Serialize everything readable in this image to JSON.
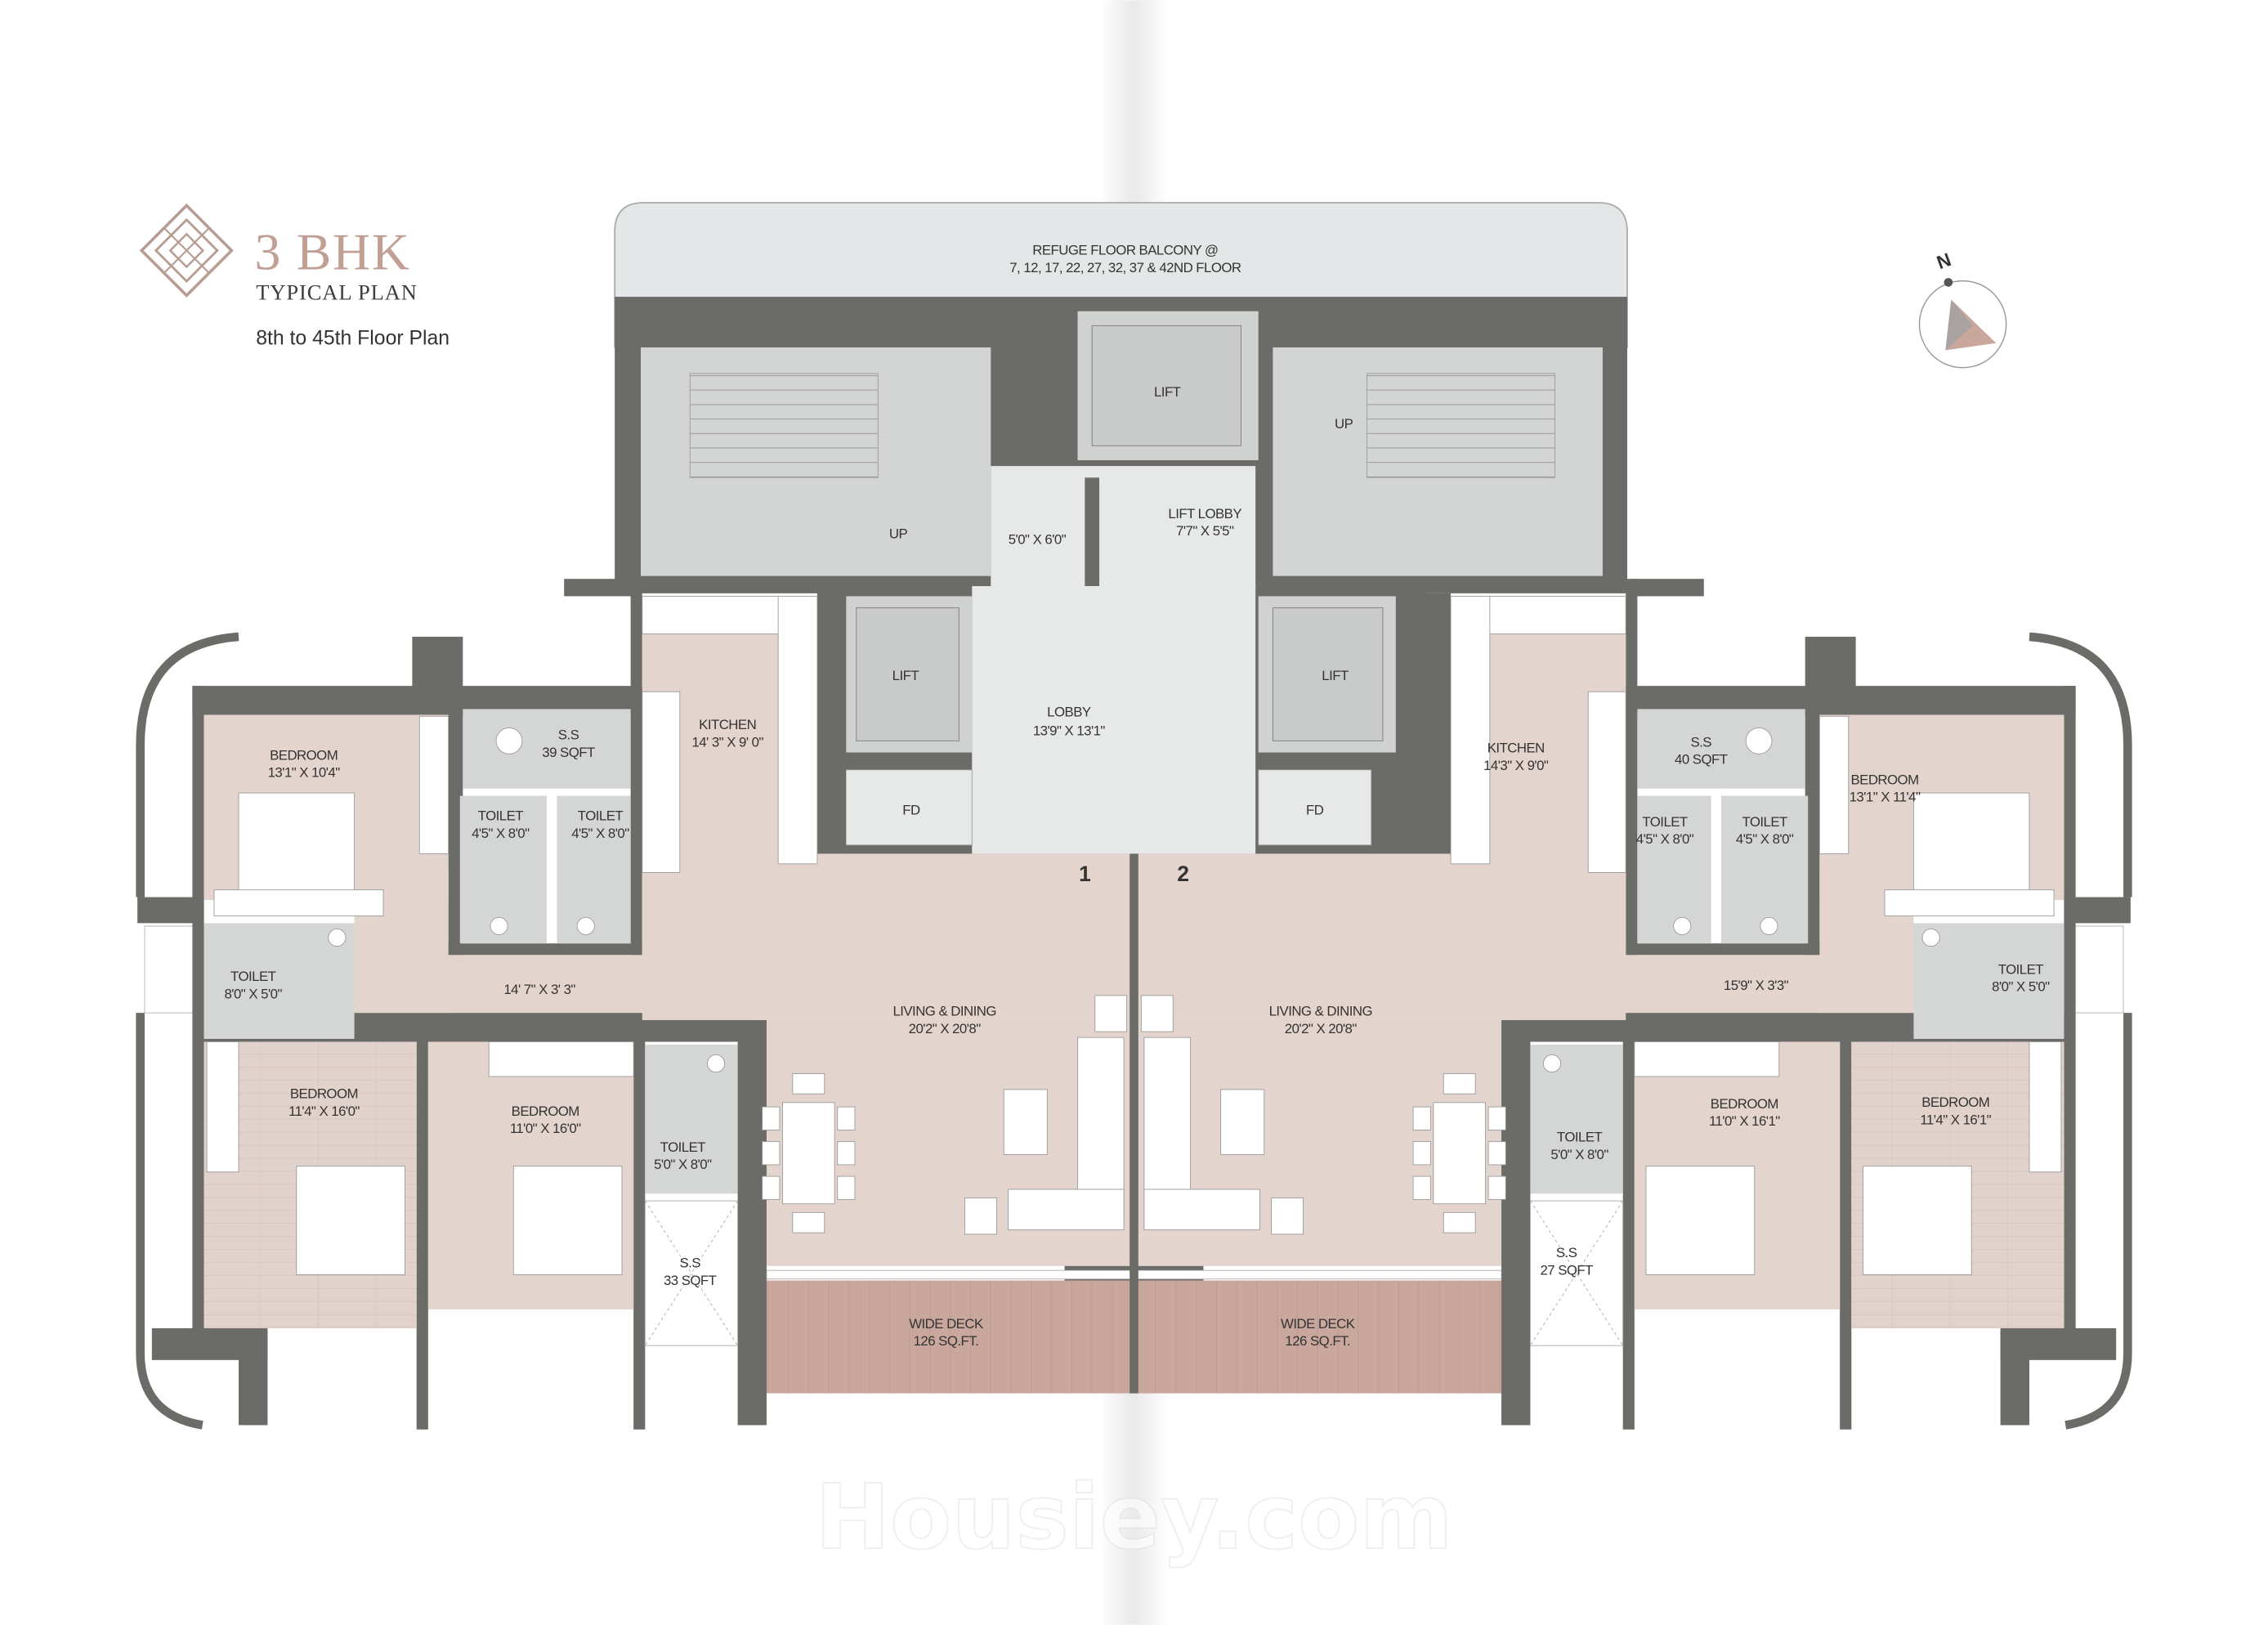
{
  "header": {
    "title_main": "3 BHK",
    "title_sub": "TYPICAL PLAN",
    "floors": "8th to 45th Floor Plan"
  },
  "compass": {
    "label": "N",
    "icon": "north-arrow-icon"
  },
  "refuge": {
    "line1": "REFUGE FLOOR BALCONY @",
    "line2": "7, 12, 17, 22, 27, 32, 37 & 42ND FLOOR"
  },
  "core": {
    "lift": "LIFT",
    "up": "UP",
    "passage_dim": "5'0\" X 6'0\"",
    "lift_lobby": "LIFT LOBBY",
    "lift_lobby_dim": "7'7\" X 5'5\"",
    "lobby": "LOBBY",
    "lobby_dim": "13'9\" X 13'1\"",
    "fd": "FD"
  },
  "units": [
    {
      "number": "1",
      "rooms": [
        {
          "name": "KITCHEN",
          "dim": "14' 3\" X 9' 0\""
        },
        {
          "name": "S.S",
          "dim": "39 SQFT"
        },
        {
          "name": "BEDROOM",
          "dim": "13'1\" X 10'4\""
        },
        {
          "name": "TOILET",
          "dim": "4'5\" X 8'0\""
        },
        {
          "name": "TOILET",
          "dim": "4'5\" X 8'0\""
        },
        {
          "name": "TOILET",
          "dim": "8'0\" X 5'0\""
        },
        {
          "name": "",
          "dim": "14' 7\" X 3' 3\""
        },
        {
          "name": "LIVING & DINING",
          "dim": "20'2\" X 20'8\""
        },
        {
          "name": "BEDROOM",
          "dim": "11'4\" X 16'0\""
        },
        {
          "name": "BEDROOM",
          "dim": "11'0\" X 16'0\""
        },
        {
          "name": "TOILET",
          "dim": "5'0\" X 8'0\""
        },
        {
          "name": "S.S",
          "dim": "33 SQFT"
        },
        {
          "name": "WIDE DECK",
          "dim": "126 SQ.FT."
        }
      ]
    },
    {
      "number": "2",
      "rooms": [
        {
          "name": "KITCHEN",
          "dim": "14'3\" X 9'0\""
        },
        {
          "name": "S.S",
          "dim": "40 SQFT"
        },
        {
          "name": "BEDROOM",
          "dim": "13'1\" X 11'4\""
        },
        {
          "name": "TOILET",
          "dim": "4'5\" X 8'0\""
        },
        {
          "name": "TOILET",
          "dim": "4'5\" X 8'0\""
        },
        {
          "name": "TOILET",
          "dim": "8'0\" X 5'0\""
        },
        {
          "name": "",
          "dim": "15'9\" X 3'3\""
        },
        {
          "name": "LIVING & DINING",
          "dim": "20'2\" X 20'8\""
        },
        {
          "name": "BEDROOM",
          "dim": "11'4\" X 16'1\""
        },
        {
          "name": "BEDROOM",
          "dim": "11'0\" X 16'1\""
        },
        {
          "name": "TOILET",
          "dim": "5'0\" X 8'0\""
        },
        {
          "name": "S.S",
          "dim": "27 SQFT"
        },
        {
          "name": "WIDE DECK",
          "dim": "126 SQ.FT."
        }
      ]
    }
  ],
  "watermark": "Housiey.com",
  "colors": {
    "wall": "#6b6b67",
    "living_floor": "#e4d4ce",
    "wet_area": "#d4d5d5",
    "lobby": "#e7e9e9",
    "deck": "#c9a79d",
    "accent": "#c29f94"
  }
}
